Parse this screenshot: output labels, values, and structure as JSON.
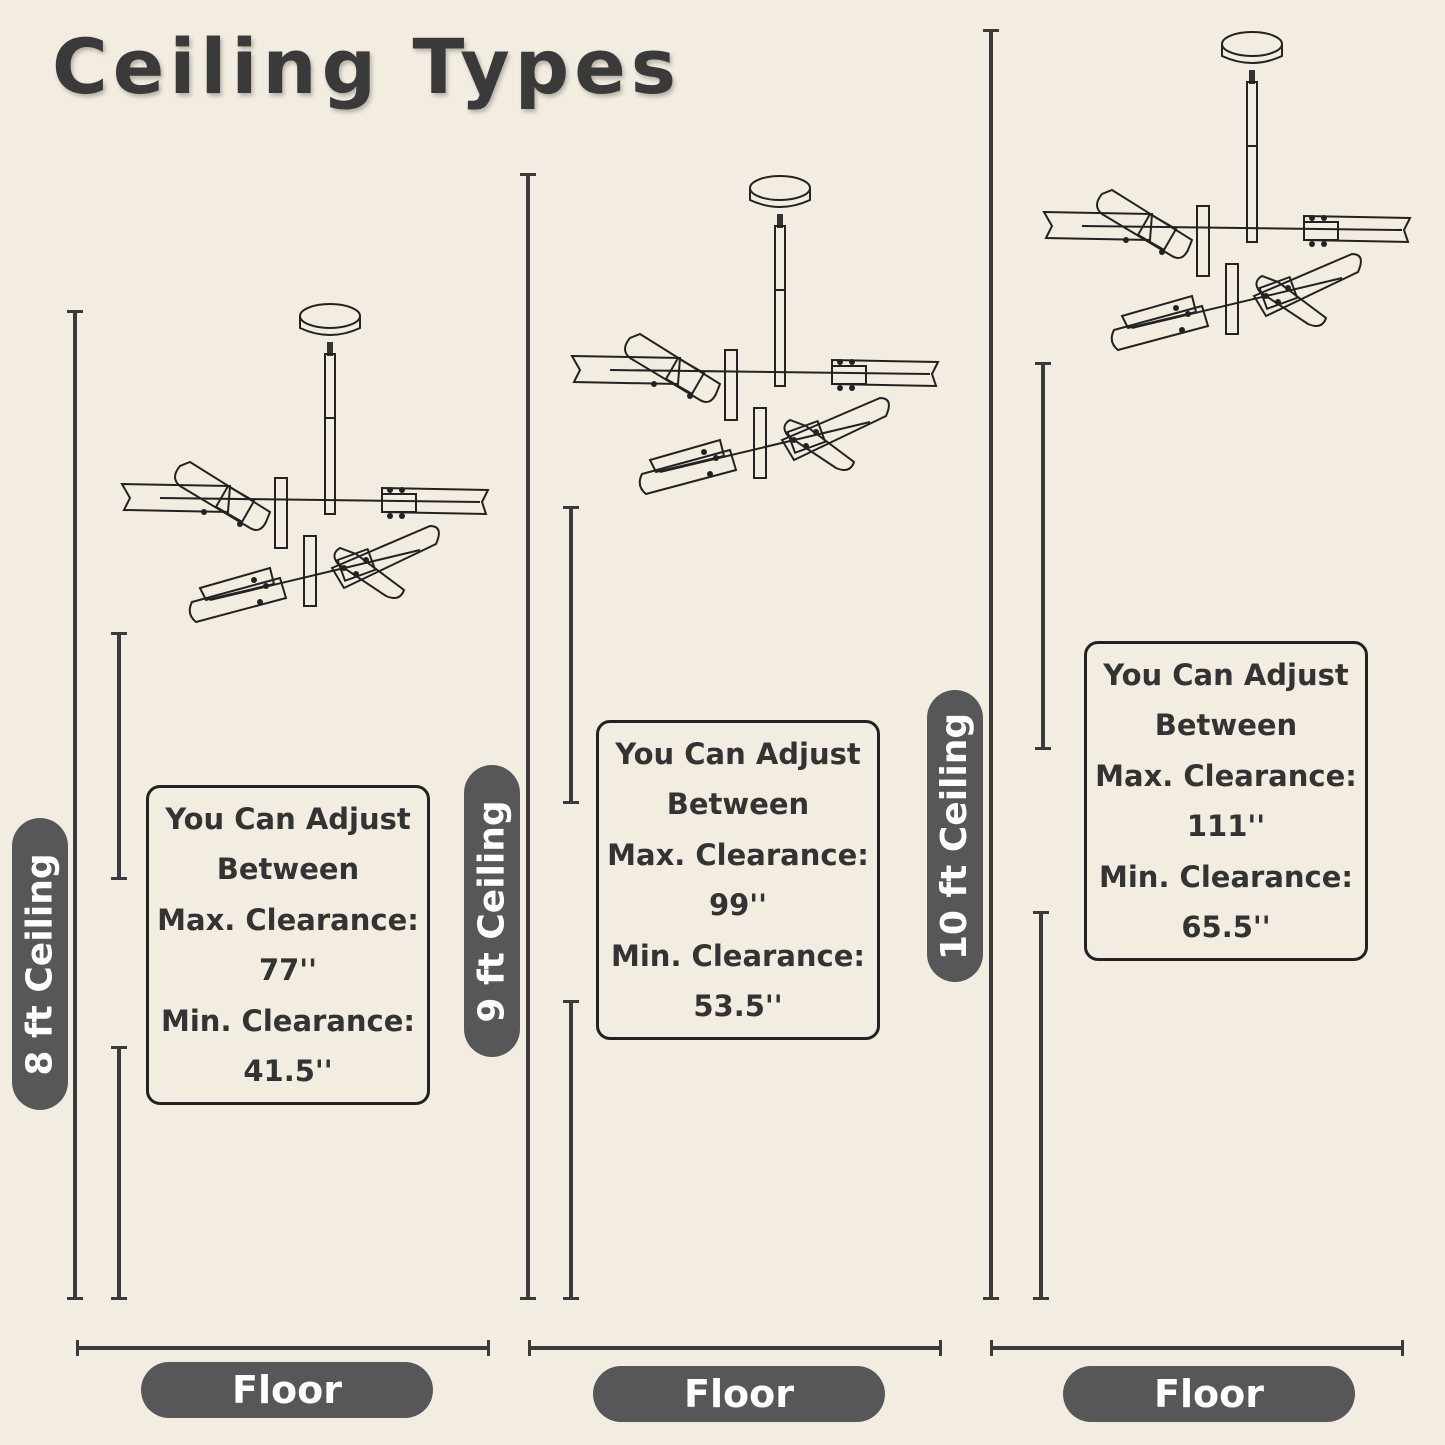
{
  "title": "Ceiling Types",
  "panels": [
    {
      "ceiling_label": "8 ft Ceiling",
      "floor_label": "Floor",
      "info": {
        "line1": "You Can Adjust",
        "line2": "Between",
        "max_label": "Max. Clearance:",
        "max_value": "77''",
        "min_label": "Min. Clearance:",
        "min_value": "41.5''"
      }
    },
    {
      "ceiling_label": "9 ft Ceiling",
      "floor_label": "Floor",
      "info": {
        "line1": "You Can Adjust",
        "line2": "Between",
        "max_label": "Max. Clearance:",
        "max_value": "99''",
        "min_label": "Min. Clearance:",
        "min_value": "53.5''"
      }
    },
    {
      "ceiling_label": "10 ft Ceiling",
      "floor_label": "Floor",
      "info": {
        "line1": "You Can Adjust",
        "line2": "Between",
        "max_label": "Max. Clearance:",
        "max_value": "111''",
        "min_label": "Min. Clearance:",
        "min_value": "65.5''"
      }
    }
  ],
  "colors": {
    "background": "#f3ede1",
    "lines": "#3a3a3a",
    "pill": "#57575a"
  }
}
